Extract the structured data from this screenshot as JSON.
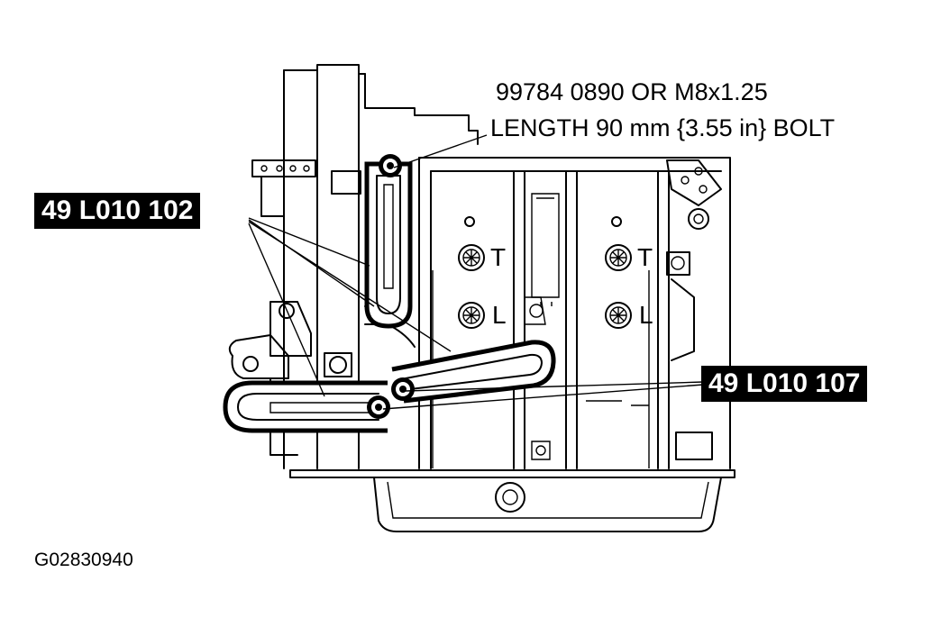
{
  "callouts": {
    "bolt_spec_line1": "99784 0890 OR M8x1.25",
    "bolt_spec_line2": "LENGTH 90 mm {3.55 in} BOLT",
    "tool_a": "49 L010 102",
    "tool_b": "49 L010 107"
  },
  "marks": {
    "t1": "T",
    "l1": "L",
    "t2": "T",
    "l2": "L"
  },
  "figure_id": "G02830940"
}
